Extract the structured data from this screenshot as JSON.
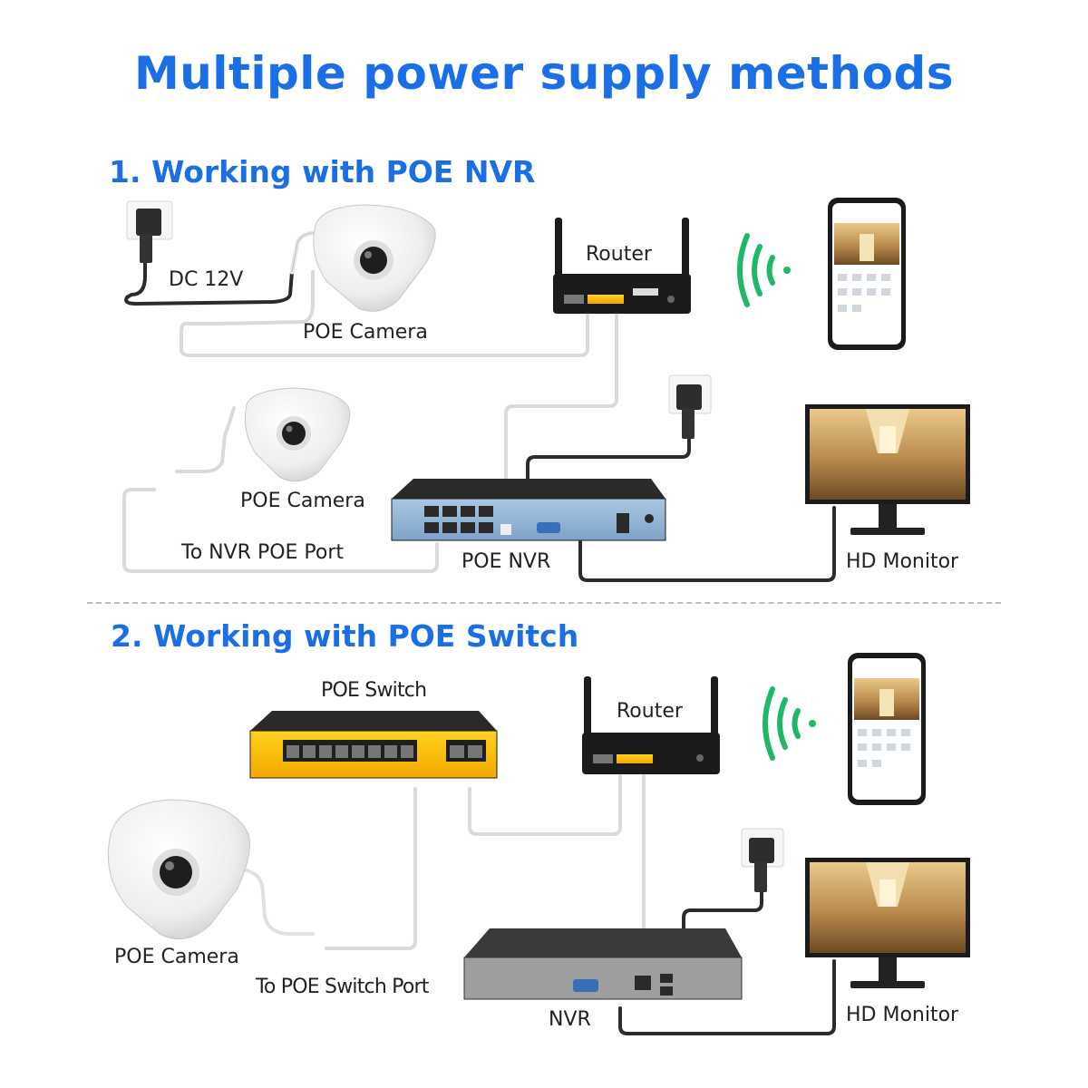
{
  "title": "Multiple power supply methods",
  "colors": {
    "accent": "#1a6ee6",
    "wifi": "#1fb866",
    "nvr_panel": "#8fb2d4"
  },
  "section1": {
    "heading": "1. Working with POE NVR",
    "labels": {
      "dc": "DC 12V",
      "camera_top": "POE Camera",
      "router": "Router",
      "camera_mid": "POE Camera",
      "nvr_port": "To NVR POE Port",
      "nvr": "POE NVR",
      "monitor": "HD Monitor"
    }
  },
  "section2": {
    "heading": "2. Working with POE Switch",
    "labels": {
      "switch": "POE Switch",
      "router": "Router",
      "camera": "POE Camera",
      "switch_port": "To POE Switch Port",
      "nvr": "NVR",
      "monitor": "HD Monitor"
    }
  },
  "icons": [
    "wall-socket-icon",
    "power-adapter-icon",
    "fisheye-camera-icon",
    "router-icon",
    "wifi-signal-icon",
    "smartphone-icon",
    "poe-nvr-icon",
    "hd-monitor-icon",
    "poe-switch-icon",
    "nvr-icon"
  ]
}
